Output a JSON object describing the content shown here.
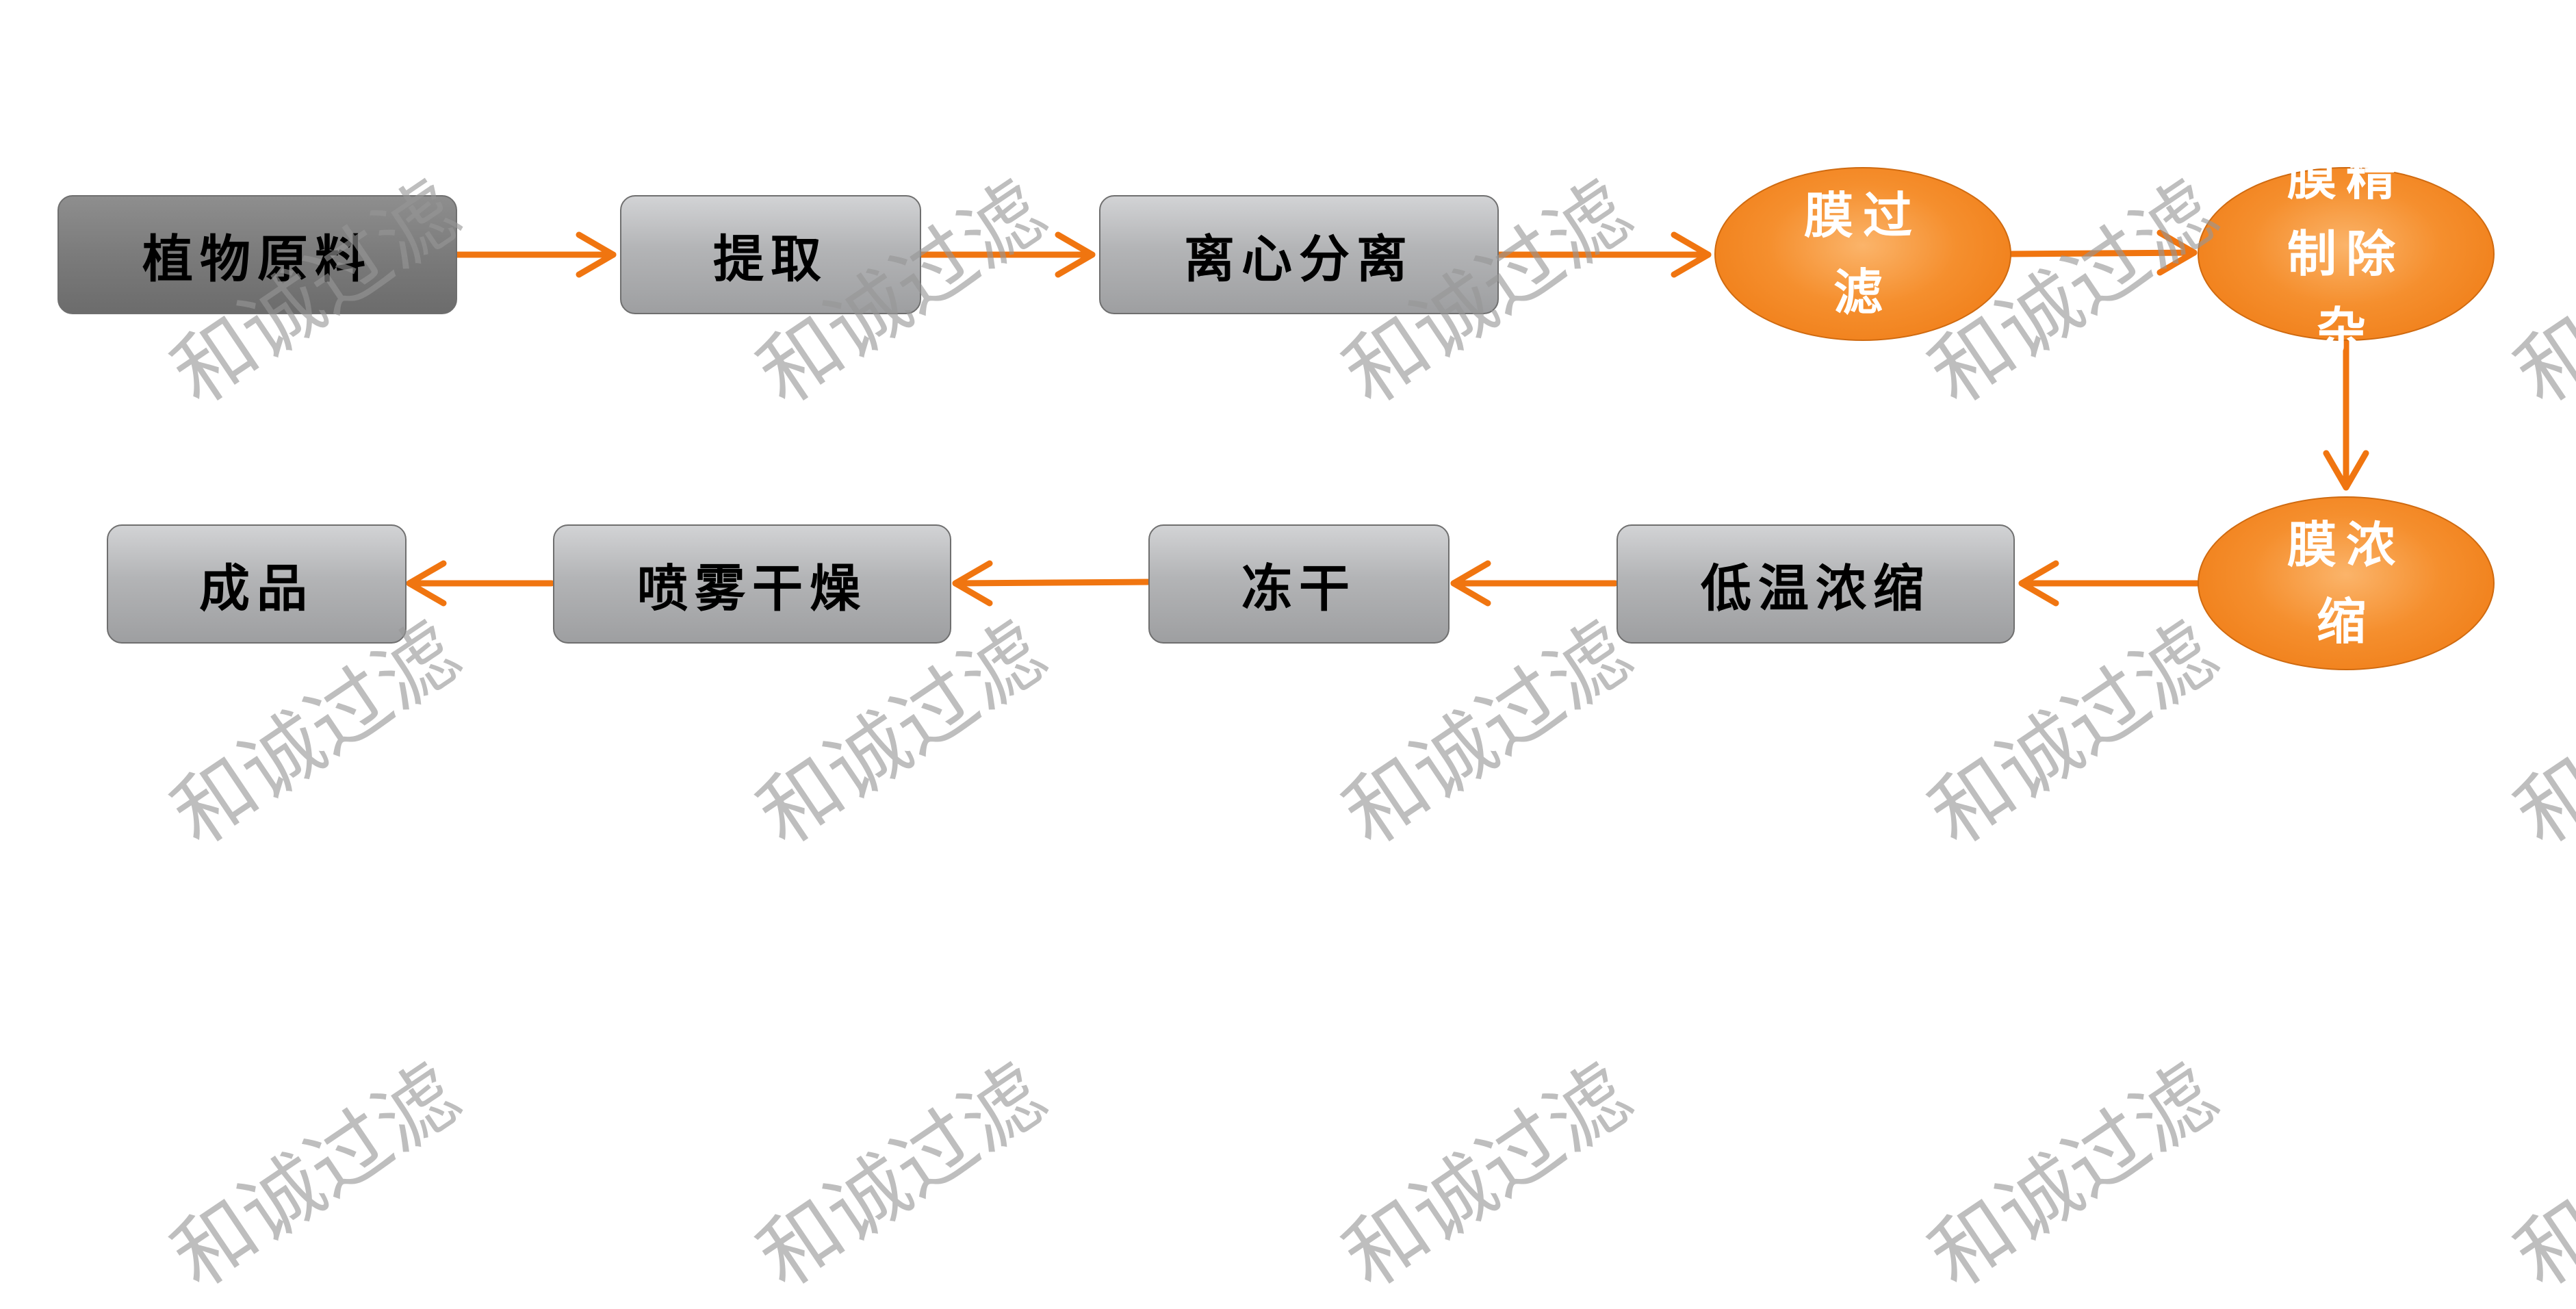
{
  "steps": {
    "raw": "植物原料",
    "extract": "提取",
    "centrifuge": "离心分离",
    "membrane_filter": "膜过滤",
    "membrane_refine": "膜精制除杂",
    "membrane_concentrate": "膜浓缩",
    "low_temp_concentrate": "低温浓缩",
    "freeze_dry": "冻干",
    "spray_dry": "喷雾干燥",
    "product": "成品"
  },
  "watermark": "和诚过滤",
  "colors": {
    "arrow": "#f07510",
    "ellipse": "#f07d1a",
    "box_light": "#b3b4b6",
    "box_dark": "#7b7b7b",
    "watermark": "#969696"
  }
}
